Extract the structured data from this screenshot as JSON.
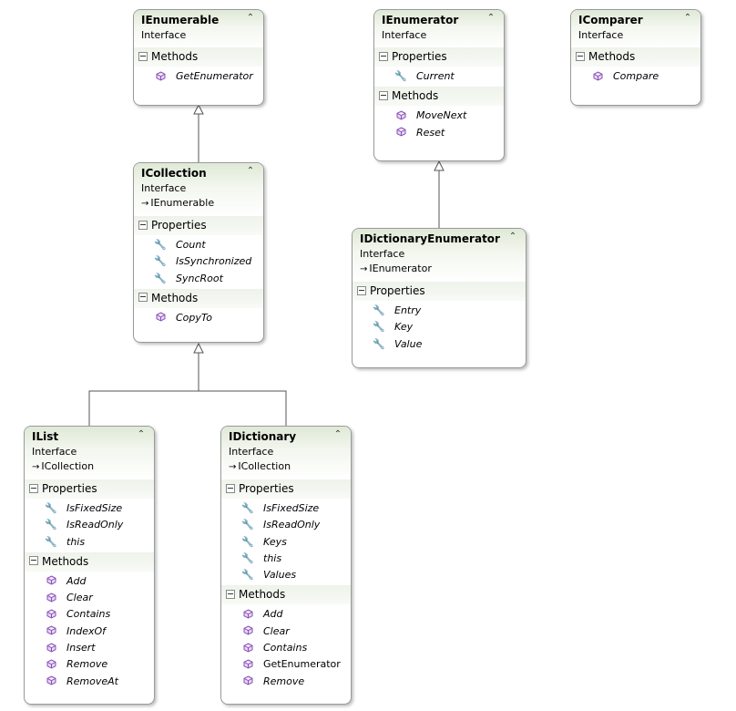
{
  "boxes": {
    "ienumerable": {
      "title": "IEnumerable",
      "kind": "Interface",
      "sections": {
        "methods": {
          "label": "Methods",
          "items": [
            "GetEnumerator"
          ]
        }
      }
    },
    "ienumerator": {
      "title": "IEnumerator",
      "kind": "Interface",
      "sections": {
        "properties": {
          "label": "Properties",
          "items": [
            "Current"
          ]
        },
        "methods": {
          "label": "Methods",
          "items": [
            "MoveNext",
            "Reset"
          ]
        }
      }
    },
    "icomparer": {
      "title": "IComparer",
      "kind": "Interface",
      "sections": {
        "methods": {
          "label": "Methods",
          "items": [
            "Compare"
          ]
        }
      }
    },
    "icollection": {
      "title": "ICollection",
      "kind": "Interface",
      "base": "IEnumerable",
      "sections": {
        "properties": {
          "label": "Properties",
          "items": [
            "Count",
            "IsSynchronized",
            "SyncRoot"
          ]
        },
        "methods": {
          "label": "Methods",
          "items": [
            "CopyTo"
          ]
        }
      }
    },
    "idictionaryenumerator": {
      "title": "IDictionaryEnumerator",
      "kind": "Interface",
      "base": "IEnumerator",
      "sections": {
        "properties": {
          "label": "Properties",
          "items": [
            "Entry",
            "Key",
            "Value"
          ]
        }
      }
    },
    "ilist": {
      "title": "IList",
      "kind": "Interface",
      "base": "ICollection",
      "sections": {
        "properties": {
          "label": "Properties",
          "items": [
            "IsFixedSize",
            "IsReadOnly",
            "this"
          ]
        },
        "methods": {
          "label": "Methods",
          "items": [
            "Add",
            "Clear",
            "Contains",
            "IndexOf",
            "Insert",
            "Remove",
            "RemoveAt"
          ]
        }
      }
    },
    "idictionary": {
      "title": "IDictionary",
      "kind": "Interface",
      "base": "ICollection",
      "sections": {
        "properties": {
          "label": "Properties",
          "items": [
            "IsFixedSize",
            "IsReadOnly",
            "Keys",
            "this",
            "Values"
          ]
        },
        "methods": {
          "label": "Methods",
          "items": [
            "Add",
            "Clear",
            "Contains",
            "GetEnumerator",
            "Remove"
          ]
        }
      }
    }
  },
  "icons": {
    "property": "wrench-icon",
    "method": "cube-icon",
    "collapse": "double-chevron-up-icon",
    "section_toggle": "minus-box-icon",
    "base": "arrow-right-icon"
  },
  "colors": {
    "header_gradient": "#dfe9d6",
    "method_icon": "#8a4fb8",
    "border": "#9a9a9a"
  }
}
